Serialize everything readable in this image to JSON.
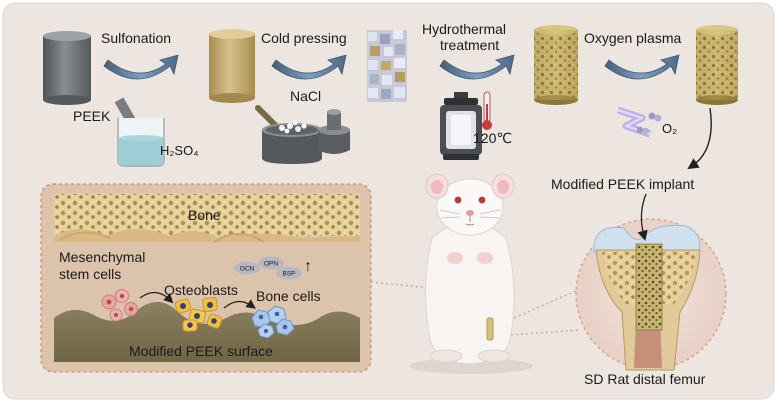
{
  "steps": {
    "sulfonation": "Sulfonation",
    "cold_pressing": "Cold pressing",
    "hydrothermal_line1": "Hydrothermal",
    "hydrothermal_line2": "treatment",
    "oxygen_plasma": "Oxygen plasma"
  },
  "reagents": {
    "peek": "PEEK",
    "h2so4": "H₂SO₄",
    "nacl": "NaCl",
    "temperature": "120℃",
    "o2": "O₂"
  },
  "implant_label": "Modified PEEK implant",
  "inset": {
    "bone": "Bone",
    "msc_line1": "Mesenchymal",
    "msc_line2": "stem cells",
    "osteoblasts": "Osteoblasts",
    "bone_cells": "Bone cells",
    "surface": "Modified PEEK surface",
    "markers": [
      "OCN",
      "OPN",
      "BSP"
    ],
    "up_arrow": "↑"
  },
  "femur_label": "SD Rat distal femur",
  "colors": {
    "background": "#ede6e0",
    "peek_gray": "#6f7276",
    "sulfonated_tan": "#c8ae72",
    "porous_yellow": "#c9b46a",
    "arrow_blue": "#5f7f9e",
    "inset_bg": "#dcc3ac",
    "bone_surface": "#7f7451"
  }
}
